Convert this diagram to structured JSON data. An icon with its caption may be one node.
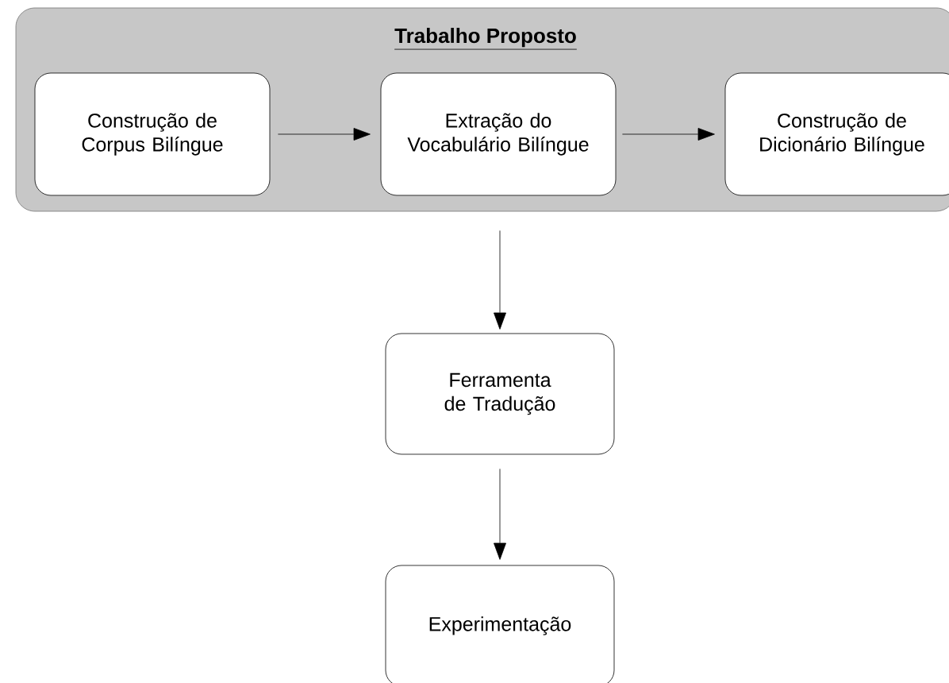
{
  "diagram": {
    "nodes": [
      {
        "text": [
          "Trabalho Proposto"
        ]
      },
      {
        "text": [
          "Construção de Corpus Bilíngue"
        ],
        "in": 0
      },
      {
        "text": [
          "Extração do Vocabulário Bilíngue"
        ],
        "in": 0
      },
      {
        "text": [
          "Construção de Dicionário Bilíngue"
        ],
        "in": 0
      },
      {
        "text": [
          "Ferramenta de Tradução"
        ]
      },
      {
        "text": [
          "Experimentação"
        ]
      }
    ],
    "edges": [
      {
        "from": 1,
        "to": 2,
        "arrow": "to"
      },
      {
        "from": 2,
        "to": 3,
        "arrow": "to"
      },
      {
        "from": 0,
        "to": 4,
        "arrow": "to"
      },
      {
        "from": 4,
        "to": 5,
        "arrow": "to"
      }
    ]
  }
}
